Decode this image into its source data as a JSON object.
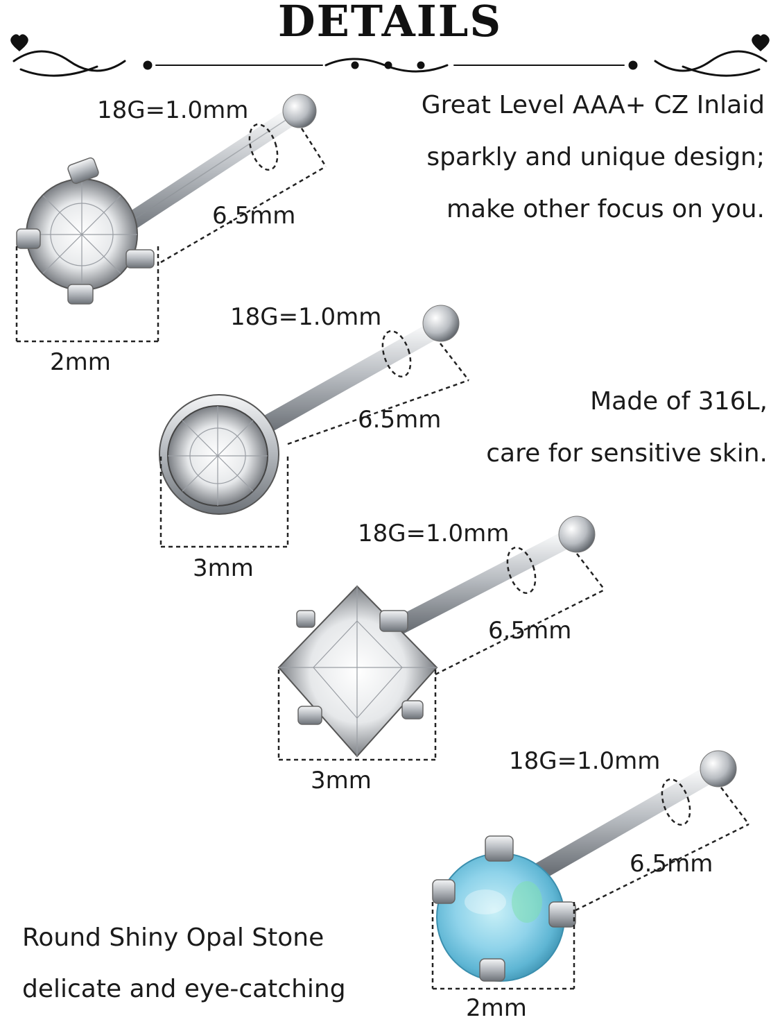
{
  "header": {
    "title": "DETAILS"
  },
  "features": {
    "cz_line1": "Great Level AAA+ CZ Inlaid",
    "cz_line2": "sparkly and unique design;",
    "cz_line3": "make other focus on you.",
    "steel_line1": "Made of 316L,",
    "steel_line2": "care for sensitive skin.",
    "opal_line1": "Round Shiny Opal Stone",
    "opal_line2": "delicate and eye-catching"
  },
  "studs": [
    {
      "gauge": "18G=1.0mm",
      "length": "6.5mm",
      "stone_size": "2mm",
      "stone": "round-cz-prong"
    },
    {
      "gauge": "18G=1.0mm",
      "length": "6.5mm",
      "stone_size": "3mm",
      "stone": "round-cz-bezel"
    },
    {
      "gauge": "18G=1.0mm",
      "length": "6.5mm",
      "stone_size": "3mm",
      "stone": "square-cz-prong"
    },
    {
      "gauge": "18G=1.0mm",
      "length": "6.5mm",
      "stone_size": "2mm",
      "stone": "round-opal-prong"
    }
  ],
  "colors": {
    "steel": "#c9ccd0",
    "opal": "#8fd3ea",
    "ink": "#1a1a1a"
  }
}
